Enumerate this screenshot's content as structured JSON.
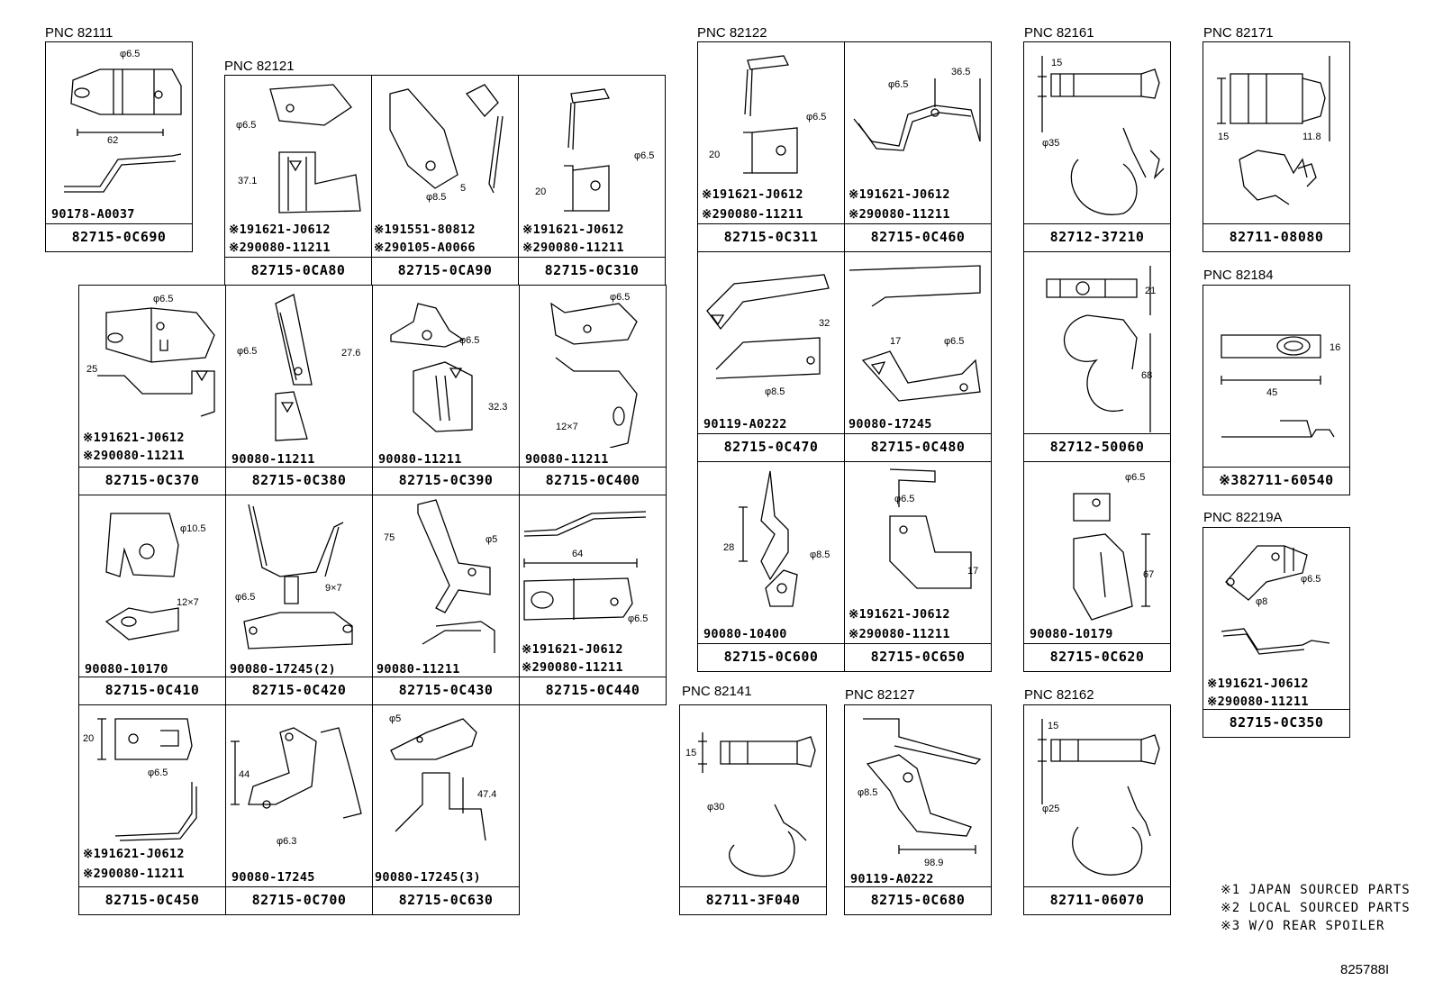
{
  "pnc_labels": [
    {
      "id": "82111",
      "text": "PNC 82111"
    },
    {
      "id": "82121",
      "text": "PNC 82121"
    },
    {
      "id": "82122",
      "text": "PNC 82122"
    },
    {
      "id": "82161",
      "text": "PNC 82161"
    },
    {
      "id": "82171",
      "text": "PNC 82171"
    },
    {
      "id": "82184",
      "text": "PNC 82184"
    },
    {
      "id": "82219A",
      "text": "PNC 82219A"
    },
    {
      "id": "82141",
      "text": "PNC 82141"
    },
    {
      "id": "82127",
      "text": "PNC 82127"
    },
    {
      "id": "82162",
      "text": "PNC 82162"
    }
  ],
  "cells": [
    {
      "part": "82715-0C690",
      "fasteners": [
        "90178-A0037"
      ],
      "dims": [
        "φ6.5",
        "62"
      ]
    },
    {
      "part": "82715-0CA80",
      "fasteners": [
        "※191621-J0612",
        "※290080-11211"
      ],
      "dims": [
        "φ6.5",
        "37.1"
      ]
    },
    {
      "part": "82715-0CA90",
      "fasteners": [
        "※191551-80812",
        "※290105-A0066"
      ],
      "dims": [
        "φ8.5",
        "5"
      ]
    },
    {
      "part": "82715-0C310",
      "fasteners": [
        "※191621-J0612",
        "※290080-11211"
      ],
      "dims": [
        "φ6.5",
        "20"
      ]
    },
    {
      "part": "82715-0C311",
      "fasteners": [
        "※191621-J0612",
        "※290080-11211"
      ],
      "dims": [
        "φ6.5",
        "20"
      ]
    },
    {
      "part": "82715-0C460",
      "fasteners": [
        "※191621-J0612",
        "※290080-11211"
      ],
      "dims": [
        "φ6.5",
        "36.5"
      ]
    },
    {
      "part": "82712-37210",
      "fasteners": [],
      "dims": [
        "15",
        "φ35"
      ]
    },
    {
      "part": "82711-08080",
      "fasteners": [],
      "dims": [
        "15",
        "11.8"
      ]
    },
    {
      "part": "82715-0C370",
      "fasteners": [
        "※191621-J0612",
        "※290080-11211"
      ],
      "dims": [
        "φ6.5",
        "25"
      ]
    },
    {
      "part": "82715-0C380",
      "fasteners": [
        "90080-11211"
      ],
      "dims": [
        "φ6.5",
        "27.6"
      ]
    },
    {
      "part": "82715-0C390",
      "fasteners": [
        "90080-11211"
      ],
      "dims": [
        "φ6.5",
        "32.3"
      ]
    },
    {
      "part": "82715-0C400",
      "fasteners": [
        "90080-11211"
      ],
      "dims": [
        "φ6.5",
        "12×7"
      ]
    },
    {
      "part": "82715-0C470",
      "fasteners": [
        "90119-A0222"
      ],
      "dims": [
        "32",
        "φ8.5"
      ]
    },
    {
      "part": "82715-0C480",
      "fasteners": [
        "90080-17245"
      ],
      "dims": [
        "17",
        "φ6.5"
      ]
    },
    {
      "part": "82712-50060",
      "fasteners": [],
      "dims": [
        "21",
        "68"
      ]
    },
    {
      "part": "82711-60540",
      "prefix": "※3",
      "fasteners": [],
      "dims": [
        "16",
        "45"
      ]
    },
    {
      "part": "82715-0C410",
      "fasteners": [
        "90080-10170"
      ],
      "dims": [
        "φ10.5",
        "12×7"
      ]
    },
    {
      "part": "82715-0C420",
      "fasteners": [
        "90080-17245(2)"
      ],
      "dims": [
        "φ6.5",
        "9×7"
      ]
    },
    {
      "part": "82715-0C430",
      "fasteners": [
        "90080-11211"
      ],
      "dims": [
        "75",
        "φ5"
      ]
    },
    {
      "part": "82715-0C440",
      "fasteners": [
        "※191621-J0612",
        "※290080-11211"
      ],
      "dims": [
        "64",
        "φ6.5"
      ]
    },
    {
      "part": "82715-0C600",
      "fasteners": [
        "90080-10400"
      ],
      "dims": [
        "28",
        "φ8.5"
      ]
    },
    {
      "part": "82715-0C650",
      "fasteners": [
        "※191621-J0612",
        "※290080-11211"
      ],
      "dims": [
        "φ6.5",
        "17"
      ]
    },
    {
      "part": "82715-0C620",
      "fasteners": [
        "90080-10179"
      ],
      "dims": [
        "φ6.5",
        "67"
      ]
    },
    {
      "part": "82715-0C350",
      "fasteners": [
        "※191621-J0612",
        "※290080-11211"
      ],
      "dims": [
        "φ6.5",
        "φ8"
      ]
    },
    {
      "part": "82715-0C450",
      "fasteners": [
        "※191621-J0612",
        "※290080-11211"
      ],
      "dims": [
        "20",
        "φ6.5"
      ]
    },
    {
      "part": "82715-0C700",
      "fasteners": [
        "90080-17245"
      ],
      "dims": [
        "44",
        "φ6.3"
      ]
    },
    {
      "part": "82715-0C630",
      "fasteners": [
        "90080-17245(3)"
      ],
      "dims": [
        "φ5",
        "47.4"
      ]
    },
    {
      "part": "82711-3F040",
      "fasteners": [],
      "dims": [
        "15",
        "φ30"
      ]
    },
    {
      "part": "82715-0C680",
      "fasteners": [
        "90119-A0222"
      ],
      "dims": [
        "φ8.5",
        "98.9"
      ]
    },
    {
      "part": "82711-06070",
      "fasteners": [],
      "dims": [
        "15",
        "φ25"
      ]
    }
  ],
  "notes": [
    "※1 JAPAN SOURCED PARTS",
    "※2 LOCAL SOURCED PARTS",
    "※3 W/O REAR SPOILER"
  ],
  "reference": "825788I"
}
